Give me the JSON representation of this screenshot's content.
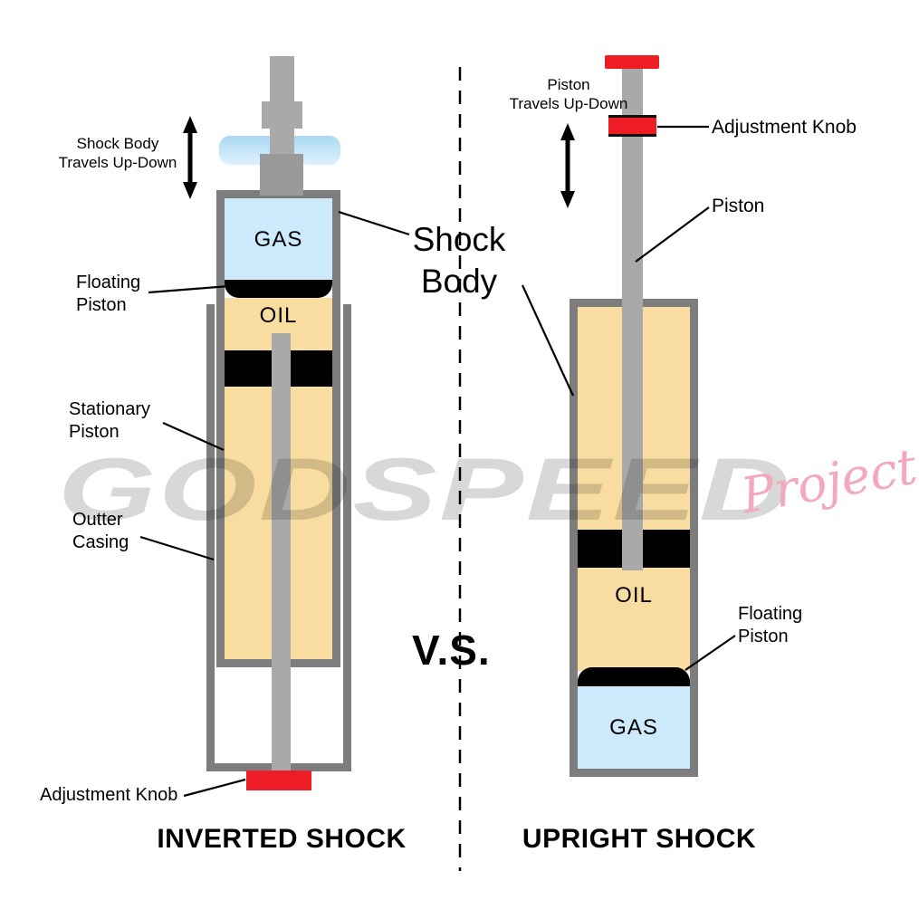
{
  "watermark": {
    "main": "GODSPEED",
    "script": "Project"
  },
  "center": {
    "shock_body": "Shock\nBody",
    "vs": "V.S."
  },
  "inverted": {
    "caption": "INVERTED SHOCK",
    "labels": {
      "travel": "Shock Body\nTravels Up-Down",
      "floating_piston": "Floating\nPiston",
      "stationary_piston": "Stationary\nPiston",
      "outer_casing": "Outter\nCasing",
      "adjustment_knob": "Adjustment Knob",
      "gas": "GAS",
      "oil": "OIL"
    }
  },
  "upright": {
    "caption": "UPRIGHT SHOCK",
    "labels": {
      "travel": "Piston\nTravels Up-Down",
      "adjustment_knob": "Adjustment Knob",
      "piston": "Piston",
      "oil": "OIL",
      "floating_piston": "Floating\nPiston",
      "gas": "GAS"
    }
  },
  "colors": {
    "body_gray": "#7d7d7d",
    "rod_gray": "#a9a9a9",
    "oil": "#f8dca0",
    "gas": "#cdeafc",
    "red": "#ee1c25",
    "watermark_gray": "#d8d8d8",
    "watermark_pink": "#f3a8bc"
  }
}
